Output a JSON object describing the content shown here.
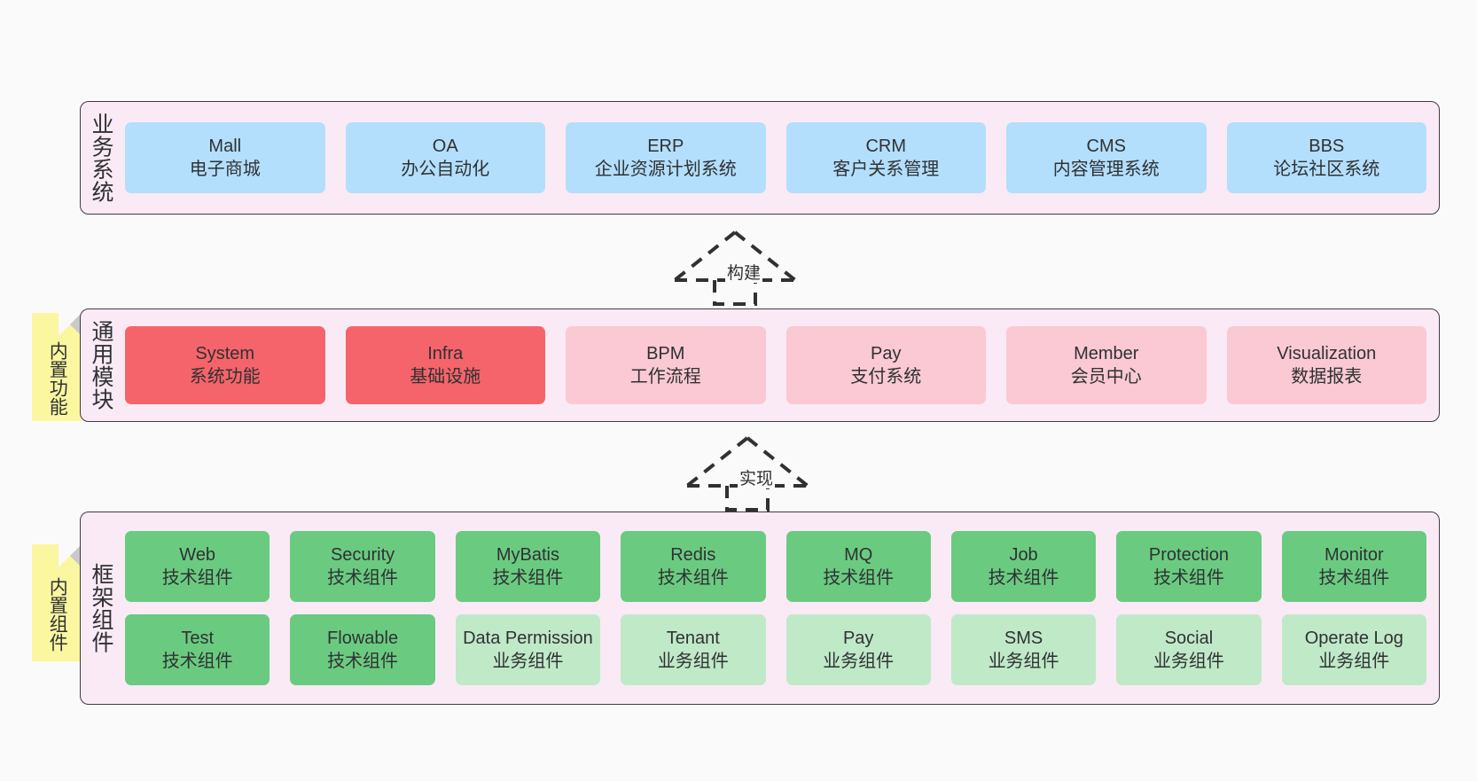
{
  "diagram": {
    "background_color": "#fafafa",
    "panel_fill": "#faeaf5",
    "panel_border": "#413a45",
    "note_fill": "#fbf6a0",
    "note_fold": "#c9c9c9"
  },
  "layers": [
    {
      "id": "business-system",
      "title": "业务系统",
      "note": null,
      "rows": [
        {
          "cards": [
            {
              "en": "Mall",
              "cn": "电子商城",
              "color": "#b3dffc",
              "tone": "blue"
            },
            {
              "en": "OA",
              "cn": "办公自动化",
              "color": "#b3dffc",
              "tone": "blue"
            },
            {
              "en": "ERP",
              "cn": "企业资源计划系统",
              "color": "#b3dffc",
              "tone": "blue"
            },
            {
              "en": "CRM",
              "cn": "客户关系管理",
              "color": "#b3dffc",
              "tone": "blue"
            },
            {
              "en": "CMS",
              "cn": "内容管理系统",
              "color": "#b3dffc",
              "tone": "blue"
            },
            {
              "en": "BBS",
              "cn": "论坛社区系统",
              "color": "#b3dffc",
              "tone": "blue"
            }
          ]
        }
      ]
    },
    {
      "id": "common-module",
      "title": "通用模块",
      "note": "内置功能",
      "rows": [
        {
          "cards": [
            {
              "en": "System",
              "cn": "系统功能",
              "color": "#f5646a",
              "tone": "red"
            },
            {
              "en": "Infra",
              "cn": "基础设施",
              "color": "#f5646a",
              "tone": "red"
            },
            {
              "en": "BPM",
              "cn": "工作流程",
              "color": "#fac9d3",
              "tone": "pink"
            },
            {
              "en": "Pay",
              "cn": "支付系统",
              "color": "#fac9d3",
              "tone": "pink"
            },
            {
              "en": "Member",
              "cn": "会员中心",
              "color": "#fac9d3",
              "tone": "pink"
            },
            {
              "en": "Visualization",
              "cn": "数据报表",
              "color": "#fac9d3",
              "tone": "pink"
            }
          ]
        }
      ]
    },
    {
      "id": "framework-component",
      "title": "框架组件",
      "note": "内置组件",
      "rows": [
        {
          "cards": [
            {
              "en": "Web",
              "cn": "技术组件",
              "color": "#6acb80",
              "tone": "green"
            },
            {
              "en": "Security",
              "cn": "技术组件",
              "color": "#6acb80",
              "tone": "green"
            },
            {
              "en": "MyBatis",
              "cn": "技术组件",
              "color": "#6acb80",
              "tone": "green"
            },
            {
              "en": "Redis",
              "cn": "技术组件",
              "color": "#6acb80",
              "tone": "green"
            },
            {
              "en": "MQ",
              "cn": "技术组件",
              "color": "#6acb80",
              "tone": "green"
            },
            {
              "en": "Job",
              "cn": "技术组件",
              "color": "#6acb80",
              "tone": "green"
            },
            {
              "en": "Protection",
              "cn": "技术组件",
              "color": "#6acb80",
              "tone": "green"
            },
            {
              "en": "Monitor",
              "cn": "技术组件",
              "color": "#6acb80",
              "tone": "green"
            }
          ]
        },
        {
          "cards": [
            {
              "en": "Test",
              "cn": "技术组件",
              "color": "#6acb80",
              "tone": "green"
            },
            {
              "en": "Flowable",
              "cn": "技术组件",
              "color": "#6acb80",
              "tone": "green"
            },
            {
              "en": "Data Permission",
              "cn": "业务组件",
              "color": "#c0e9c8",
              "tone": "lightgreen"
            },
            {
              "en": "Tenant",
              "cn": "业务组件",
              "color": "#c0e9c8",
              "tone": "lightgreen"
            },
            {
              "en": "Pay",
              "cn": "业务组件",
              "color": "#c0e9c8",
              "tone": "lightgreen"
            },
            {
              "en": "SMS",
              "cn": "业务组件",
              "color": "#c0e9c8",
              "tone": "lightgreen"
            },
            {
              "en": "Social",
              "cn": "业务组件",
              "color": "#c0e9c8",
              "tone": "lightgreen"
            },
            {
              "en": "Operate Log",
              "cn": "业务组件",
              "color": "#c0e9c8",
              "tone": "lightgreen"
            }
          ]
        }
      ]
    }
  ],
  "arrows": [
    {
      "id": "build-arrow",
      "label": "构建",
      "style": "dashed-hollow-triangle",
      "direction": "up"
    },
    {
      "id": "implement-arrow",
      "label": "实现",
      "style": "dashed-hollow-triangle",
      "direction": "up"
    }
  ]
}
